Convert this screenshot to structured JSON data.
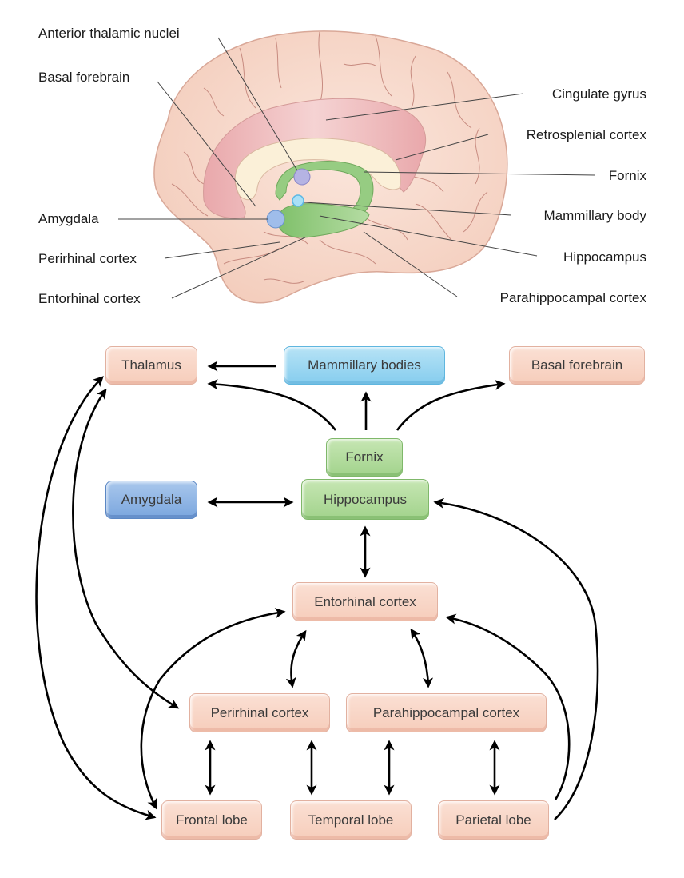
{
  "anatomy": {
    "labels_left": [
      {
        "id": "anterior-thalamic-nuclei",
        "text": "Anterior thalamic nuclei"
      },
      {
        "id": "basal-forebrain",
        "text": "Basal forebrain"
      },
      {
        "id": "amygdala",
        "text": "Amygdala"
      },
      {
        "id": "perirhinal-cortex",
        "text": "Perirhinal cortex"
      },
      {
        "id": "entorhinal-cortex",
        "text": "Entorhinal cortex"
      }
    ],
    "labels_right": [
      {
        "id": "cingulate-gyrus",
        "text": "Cingulate gyrus"
      },
      {
        "id": "retrosplenial-cortex",
        "text": "Retrosplenial cortex"
      },
      {
        "id": "fornix",
        "text": "Fornix"
      },
      {
        "id": "mammillary-body",
        "text": "Mammillary body"
      },
      {
        "id": "hippocampus",
        "text": "Hippocampus"
      },
      {
        "id": "parahippocampal-cortex",
        "text": "Parahippocampal cortex"
      }
    ],
    "colors": {
      "cortex": "#f6d3c4",
      "cortex_outline": "#d9a898",
      "cingulate": "#eeb3b5",
      "corpus_callosum": "#fbf0d8",
      "fornix_hippocampus": "#96cc82",
      "thalamic_nuclei": "#b5b3e3",
      "mammillary": "#a9e0f6",
      "amygdala": "#9fbdea"
    }
  },
  "flow": {
    "nodes": [
      {
        "id": "thalamus",
        "label": "Thalamus",
        "color": "salmon"
      },
      {
        "id": "mammillary-bodies",
        "label": "Mammillary bodies",
        "color": "cyan"
      },
      {
        "id": "basal-forebrain",
        "label": "Basal forebrain",
        "color": "salmon"
      },
      {
        "id": "fornix",
        "label": "Fornix",
        "color": "green"
      },
      {
        "id": "amygdala",
        "label": "Amygdala",
        "color": "blue"
      },
      {
        "id": "hippocampus",
        "label": "Hippocampus",
        "color": "green"
      },
      {
        "id": "entorhinal-cortex",
        "label": "Entorhinal cortex",
        "color": "salmon"
      },
      {
        "id": "perirhinal-cortex",
        "label": "Perirhinal cortex",
        "color": "salmon"
      },
      {
        "id": "parahippocampal-cortex",
        "label": "Parahippocampal cortex",
        "color": "salmon"
      },
      {
        "id": "frontal-lobe",
        "label": "Frontal lobe",
        "color": "salmon"
      },
      {
        "id": "temporal-lobe",
        "label": "Temporal lobe",
        "color": "salmon"
      },
      {
        "id": "parietal-lobe",
        "label": "Parietal lobe",
        "color": "salmon"
      }
    ],
    "edges": [
      {
        "from": "mammillary-bodies",
        "to": "thalamus",
        "direction": "one-way"
      },
      {
        "from": "fornix",
        "to": "thalamus",
        "direction": "one-way"
      },
      {
        "from": "fornix",
        "to": "mammillary-bodies",
        "direction": "one-way"
      },
      {
        "from": "fornix",
        "to": "basal-forebrain",
        "direction": "one-way"
      },
      {
        "from": "amygdala",
        "to": "hippocampus",
        "direction": "two-way"
      },
      {
        "from": "hippocampus",
        "to": "entorhinal-cortex",
        "direction": "two-way"
      },
      {
        "from": "entorhinal-cortex",
        "to": "perirhinal-cortex",
        "direction": "two-way"
      },
      {
        "from": "entorhinal-cortex",
        "to": "parahippocampal-cortex",
        "direction": "two-way"
      },
      {
        "from": "perirhinal-cortex",
        "to": "frontal-lobe",
        "direction": "two-way"
      },
      {
        "from": "perirhinal-cortex",
        "to": "temporal-lobe",
        "direction": "two-way"
      },
      {
        "from": "parahippocampal-cortex",
        "to": "temporal-lobe",
        "direction": "two-way"
      },
      {
        "from": "parahippocampal-cortex",
        "to": "parietal-lobe",
        "direction": "two-way"
      },
      {
        "from": "thalamus",
        "to": "frontal-lobe",
        "direction": "two-way"
      },
      {
        "from": "thalamus",
        "to": "perirhinal-cortex",
        "direction": "two-way"
      },
      {
        "from": "frontal-lobe",
        "to": "entorhinal-cortex",
        "direction": "two-way"
      },
      {
        "from": "parietal-lobe",
        "to": "entorhinal-cortex",
        "direction": "one-way"
      },
      {
        "from": "parietal-lobe",
        "to": "hippocampus",
        "direction": "one-way"
      }
    ]
  }
}
